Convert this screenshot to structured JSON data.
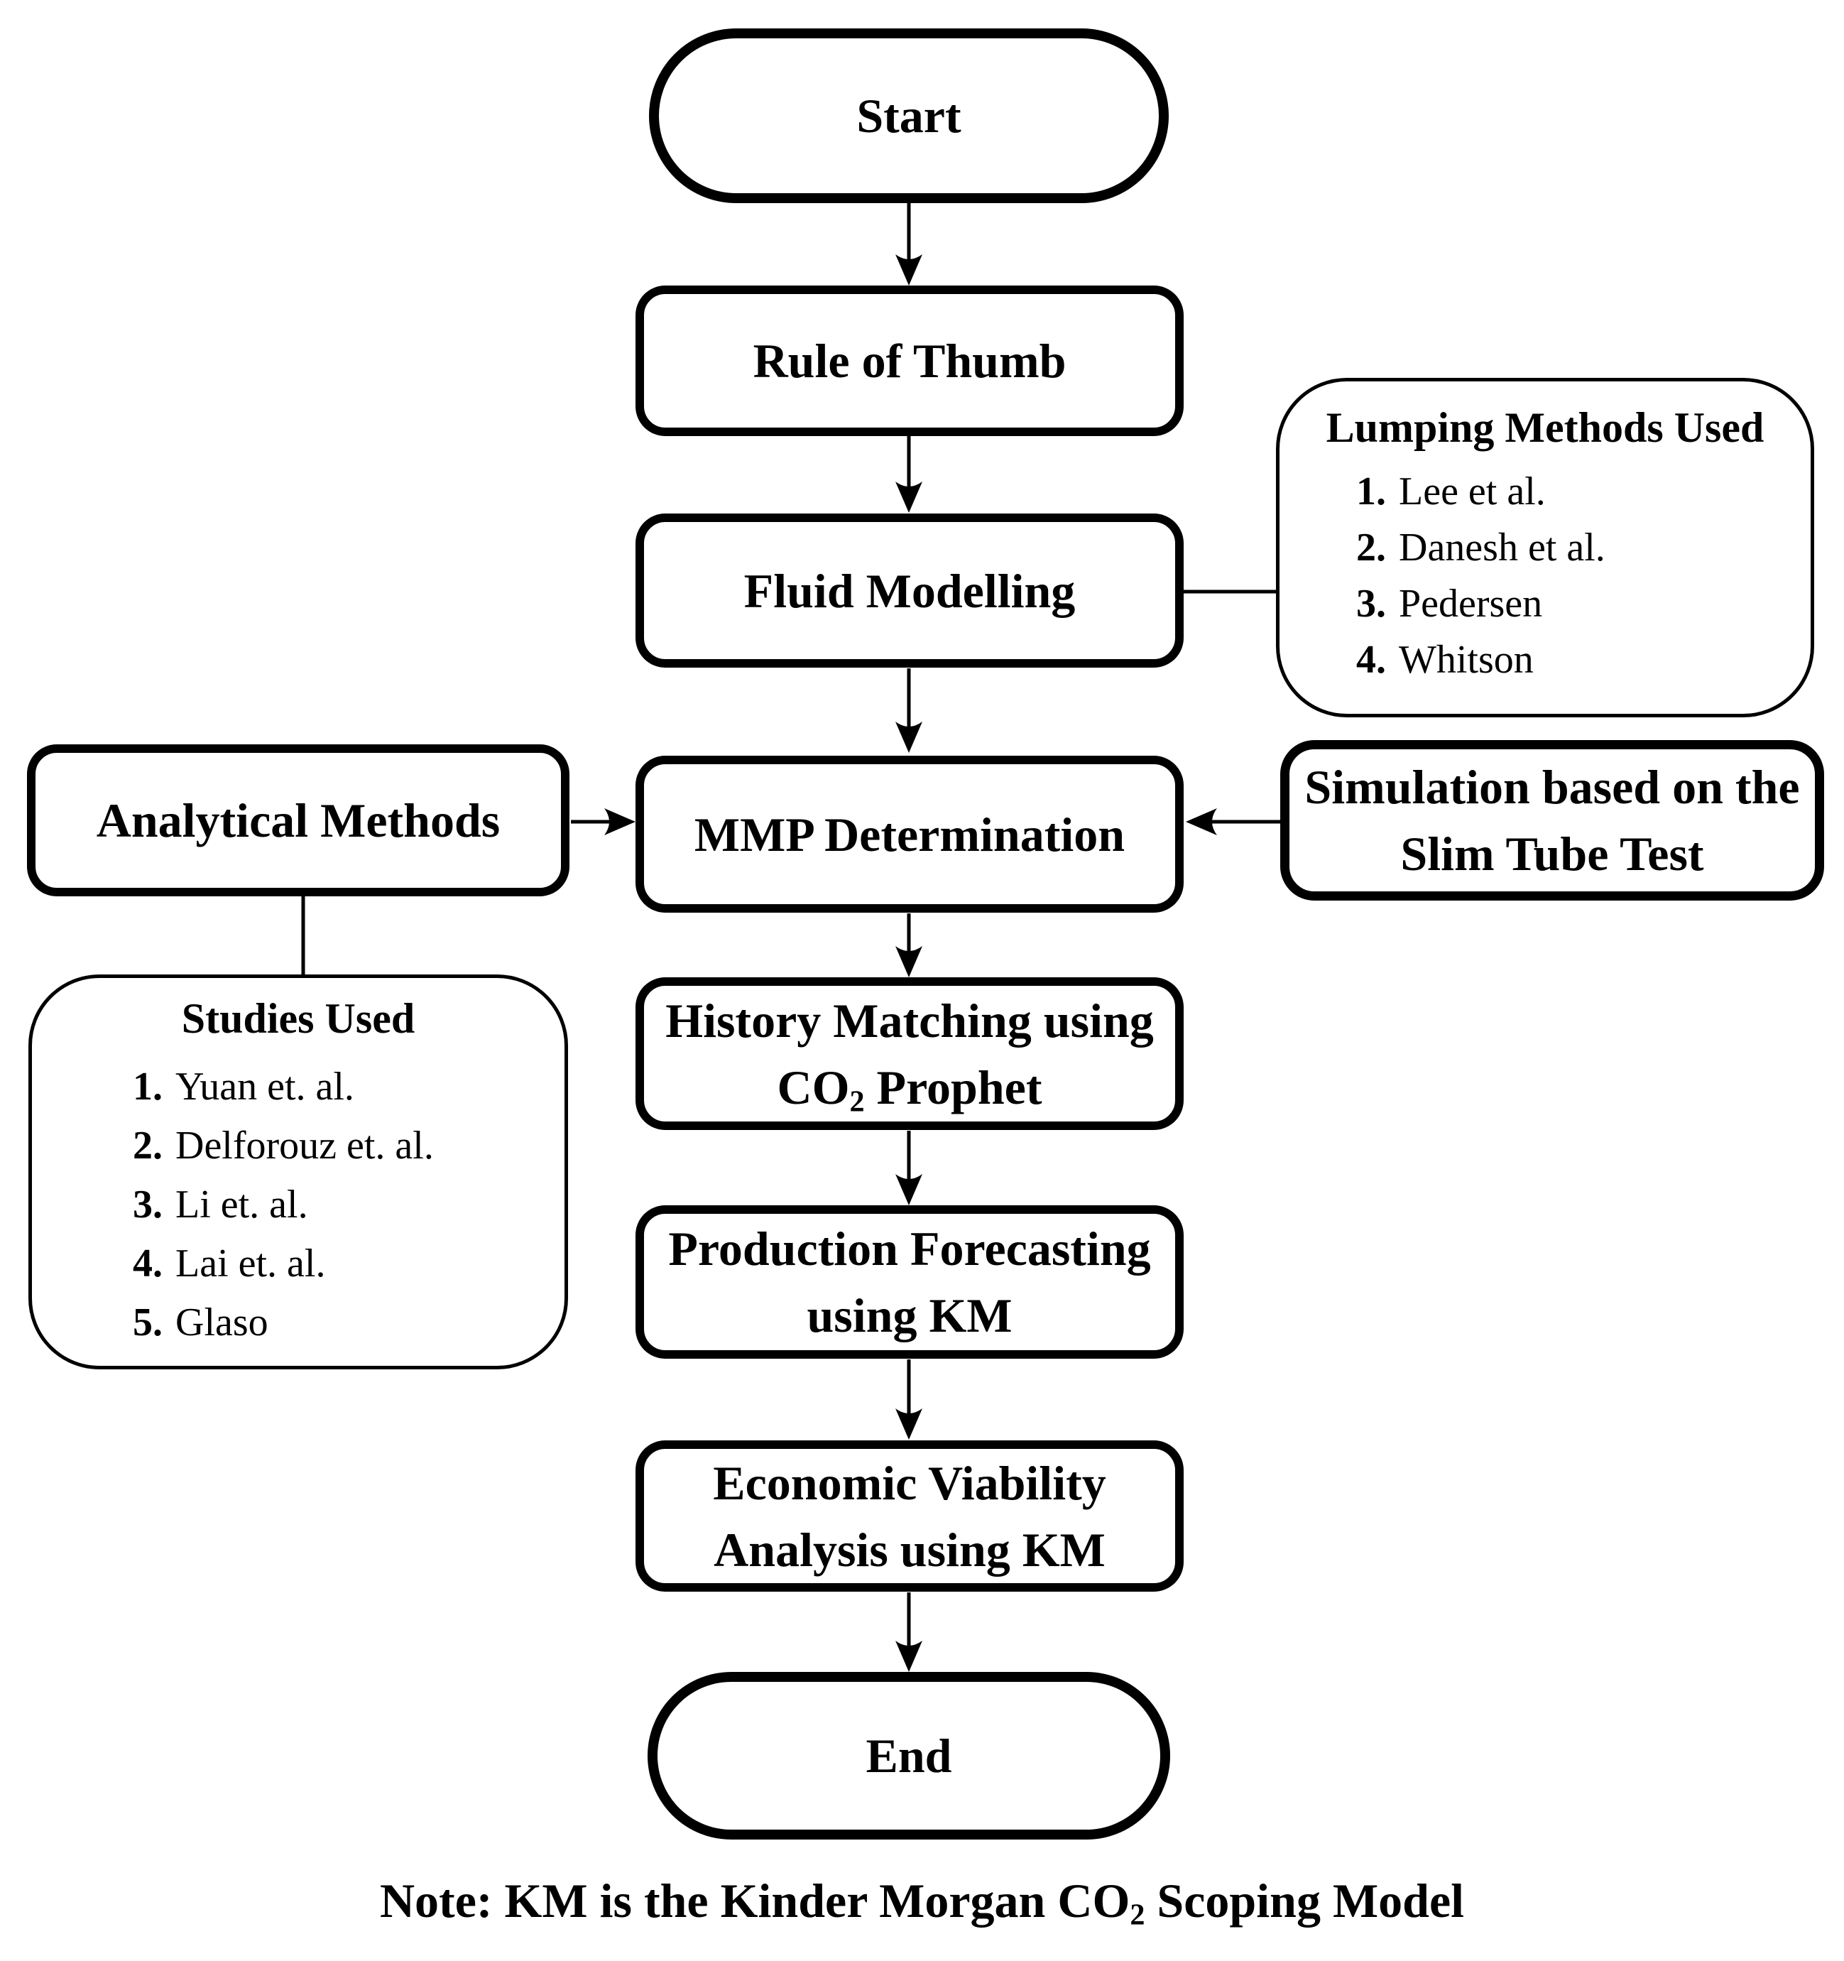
{
  "colors": {
    "ink": "#000000",
    "background": "#ffffff"
  },
  "nodes": {
    "start": {
      "label": "Start"
    },
    "rule_of_thumb": {
      "label": "Rule of Thumb"
    },
    "fluid_modelling": {
      "label": "Fluid Modelling"
    },
    "lumping_methods": {
      "title": "Lumping Methods Used",
      "items": [
        {
          "num": "1.",
          "text": "Lee et al."
        },
        {
          "num": "2.",
          "text": "Danesh et al."
        },
        {
          "num": "3.",
          "text": "Pedersen"
        },
        {
          "num": "4.",
          "text": "Whitson"
        }
      ]
    },
    "analytical_methods": {
      "label": "Analytical Methods"
    },
    "mmp_determination": {
      "label": "MMP Determination"
    },
    "simulation_slim_tube": {
      "line1": "Simulation based on the",
      "line2": "Slim Tube Test"
    },
    "studies_used": {
      "title": "Studies Used",
      "items": [
        {
          "num": "1.",
          "text": "Yuan et. al."
        },
        {
          "num": "2.",
          "text": "Delforouz et. al."
        },
        {
          "num": "3.",
          "text": "Li et. al."
        },
        {
          "num": "4.",
          "text": "Lai et. al."
        },
        {
          "num": "5.",
          "text": "Glaso"
        }
      ]
    },
    "history_matching": {
      "line1": "History Matching using",
      "line2_pre": "CO",
      "line2_sub": "2",
      "line2_post": " Prophet"
    },
    "production_forecasting": {
      "line1": "Production Forecasting",
      "line2": "using KM"
    },
    "economic_viability": {
      "line1": "Economic Viability",
      "line2": "Analysis using KM"
    },
    "end": {
      "label": "End"
    }
  },
  "note": {
    "pre": "Note: KM is the Kinder Morgan CO",
    "sub": "2",
    "post": " Scoping Model"
  }
}
